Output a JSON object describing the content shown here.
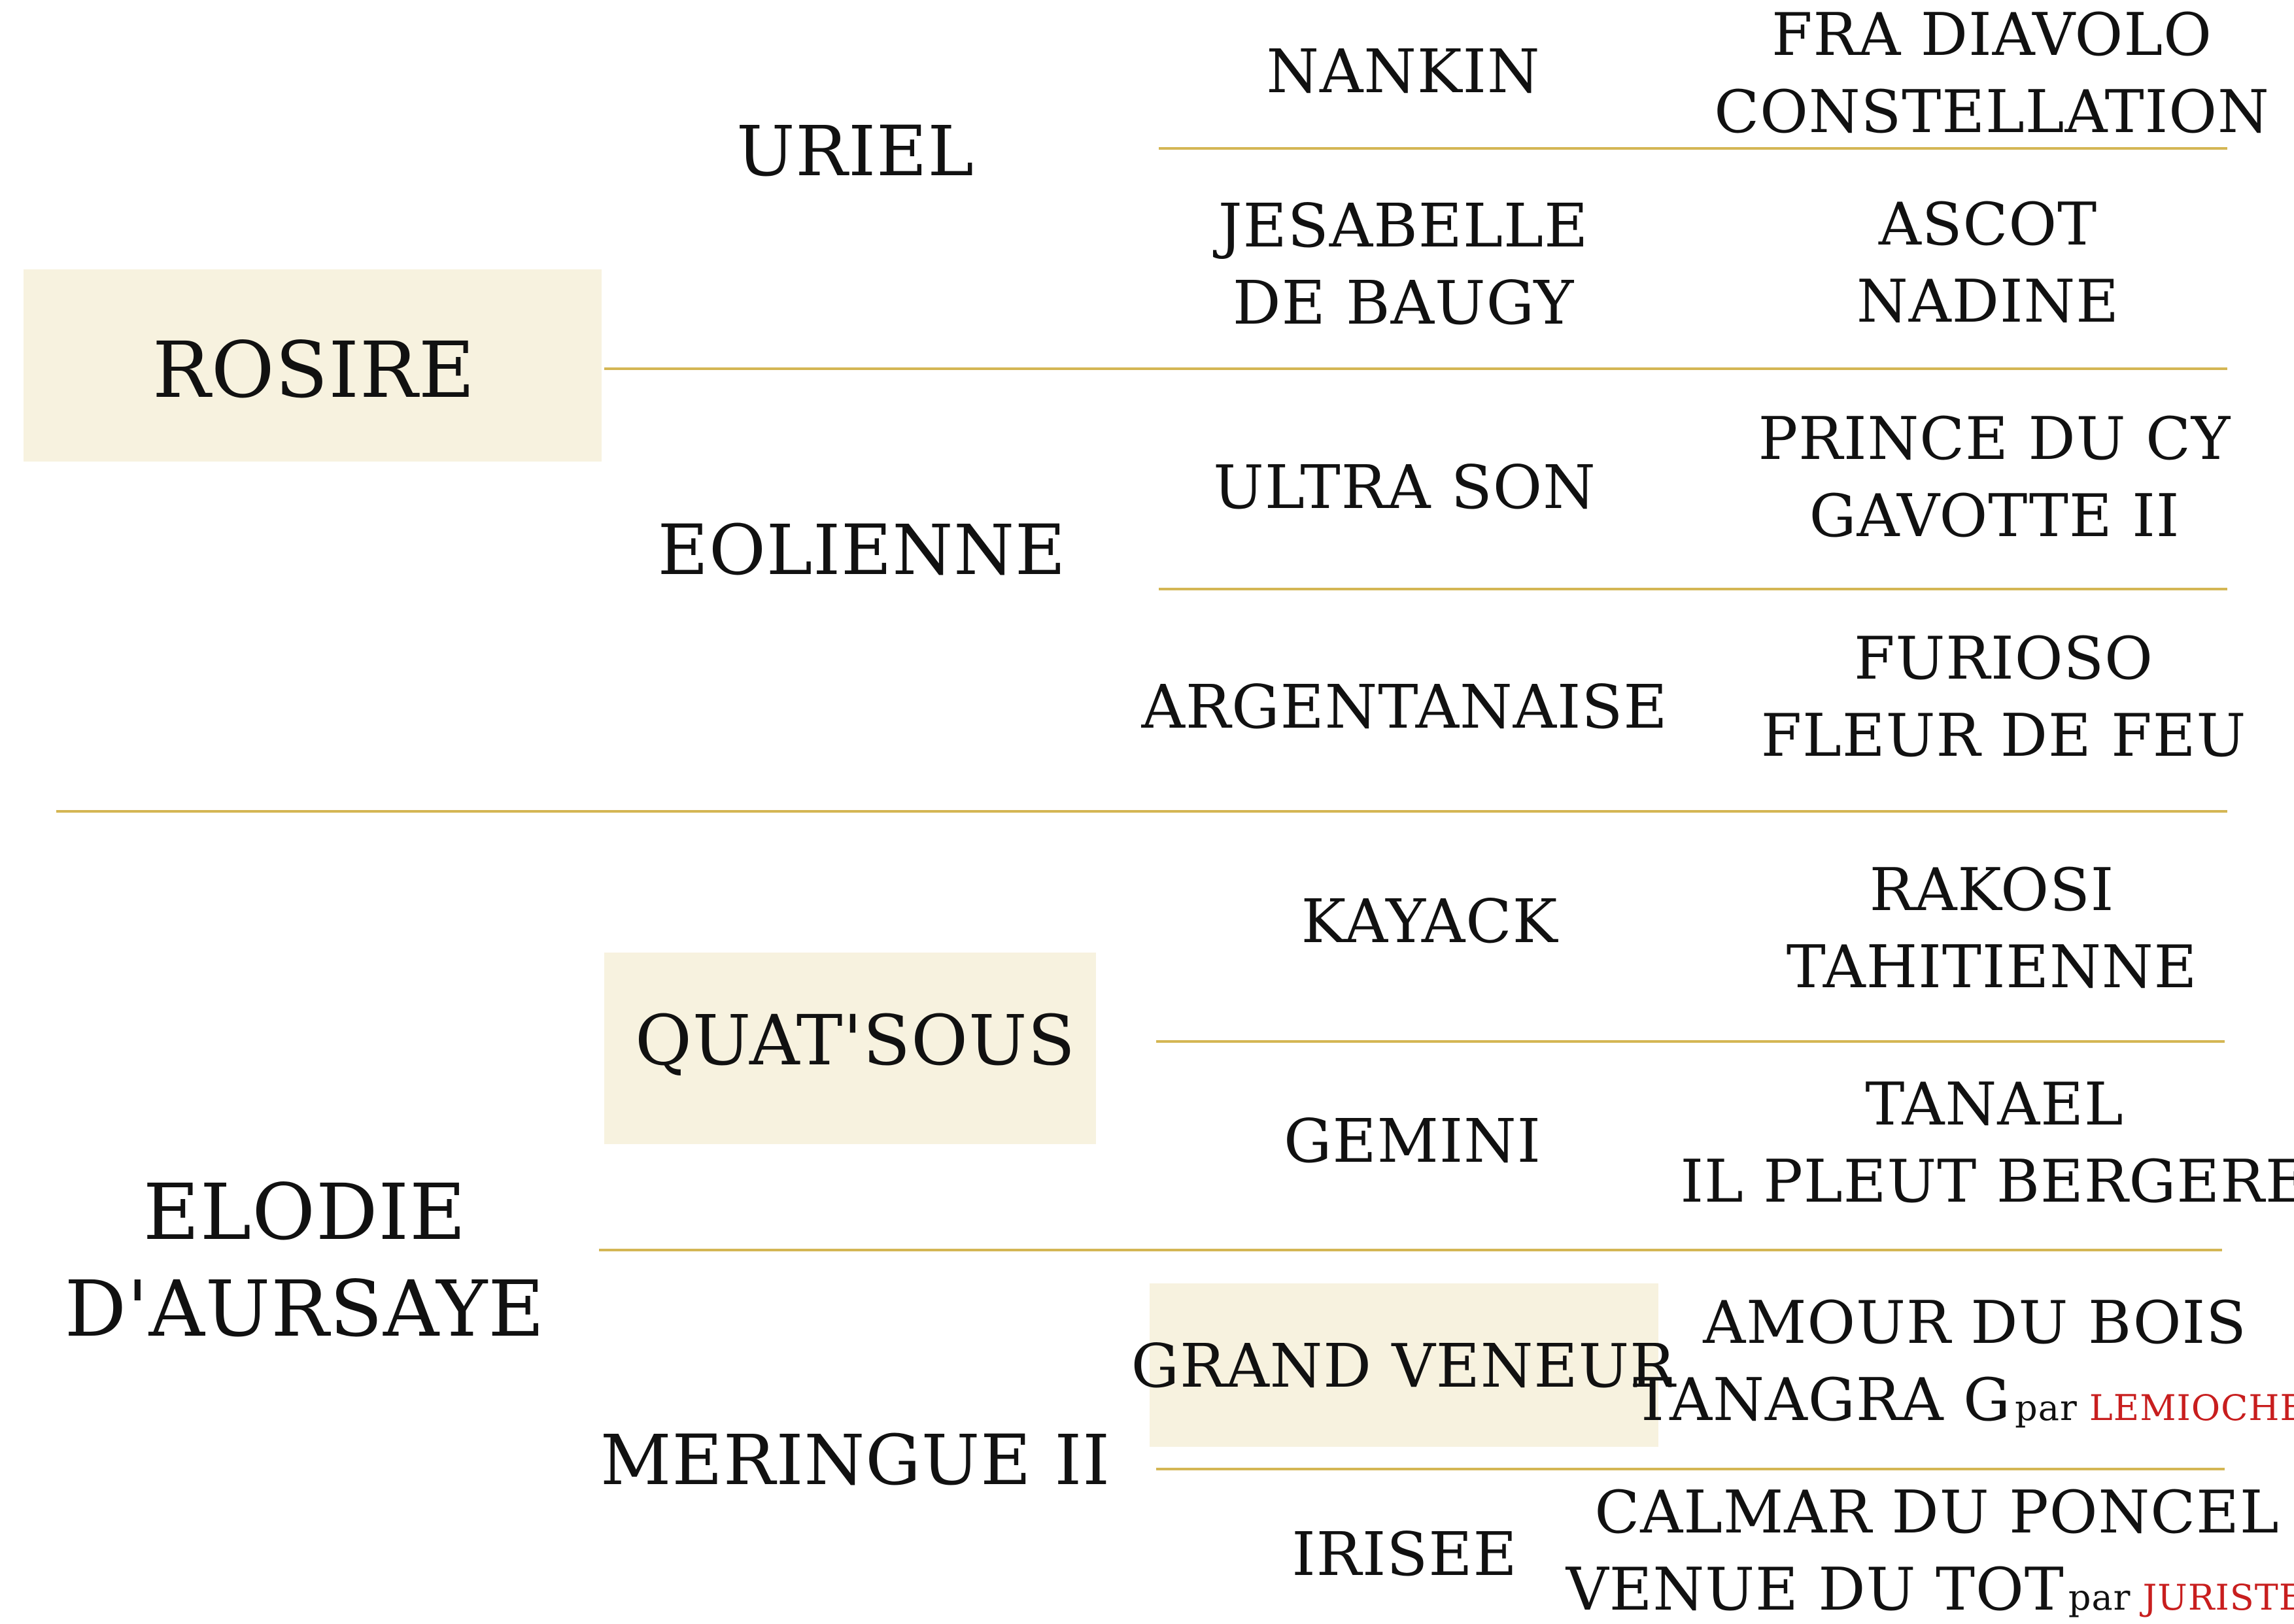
{
  "pedigree": {
    "sire": {
      "name": "ROSIRE",
      "sire": {
        "name": "URIEL",
        "sire": {
          "name": "NANKIN",
          "parents": [
            "FRA DIAVOLO",
            "CONSTELLATION"
          ]
        },
        "dam": {
          "name_lines": [
            "JESABELLE",
            "DE BAUGY"
          ],
          "parents": [
            "ASCOT",
            "NADINE"
          ]
        }
      },
      "dam": {
        "name": "EOLIENNE",
        "sire": {
          "name": "ULTRA SON",
          "parents": [
            "PRINCE DU CY",
            "GAVOTTE II"
          ]
        },
        "dam": {
          "name": "ARGENTANAISE",
          "parents": [
            "FURIOSO",
            "FLEUR DE FEU"
          ]
        }
      }
    },
    "dam": {
      "name_lines": [
        "ELODIE",
        "D'AURSAYE"
      ],
      "sire": {
        "name": "QUAT'SOUS",
        "sire": {
          "name": "KAYACK",
          "parents": [
            "RAKOSI",
            "TAHITIENNE"
          ]
        },
        "dam": {
          "name": "GEMINI",
          "parents": [
            "TANAEL",
            "IL PLEUT BERGERE"
          ]
        }
      },
      "dam": {
        "name": "MERINGUE II",
        "sire": {
          "name": "GRAND VENEUR",
          "parents": [
            "AMOUR DU BOIS",
            "TANAGRA G"
          ],
          "dam_par_word": "par",
          "dam_par_ref": "LEMIOCHE"
        },
        "dam": {
          "name": "IRISEE",
          "parents": [
            "CALMAR DU PONCEL",
            "VENUE DU TOT"
          ],
          "dam_par_word": "par",
          "dam_par_ref": "JURISTE"
        }
      }
    }
  },
  "colors": {
    "highlight": "#f7f2df",
    "line": "#d4b654",
    "reference": "#c81e1e",
    "text": "#111111"
  }
}
